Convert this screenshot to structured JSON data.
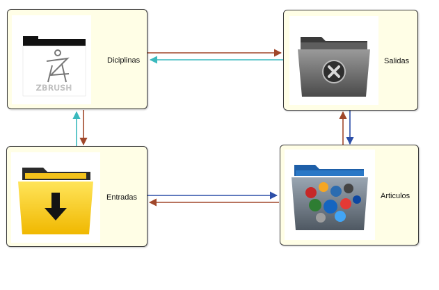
{
  "nodes": {
    "diciplinas": {
      "label": "Diciplinas",
      "icon": "zbrush-folder-icon",
      "logo_text": "ZBRUSH"
    },
    "salidas": {
      "label": "Salidas",
      "icon": "gray-x-folder-icon"
    },
    "entradas": {
      "label": "Entradas",
      "icon": "yellow-download-folder-icon"
    },
    "articulos": {
      "label": "Articulos",
      "icon": "blue-apps-folder-icon"
    }
  },
  "edges": [
    {
      "from": "diciplinas",
      "to": "salidas",
      "color": "#a0472a"
    },
    {
      "from": "salidas",
      "to": "diciplinas",
      "color": "#3ab9bd"
    },
    {
      "from": "entradas",
      "to": "diciplinas",
      "color": "#3ab9bd"
    },
    {
      "from": "diciplinas",
      "to": "entradas",
      "color": "#a0472a"
    },
    {
      "from": "salidas",
      "to": "articulos",
      "color": "#2c4ea8"
    },
    {
      "from": "articulos",
      "to": "salidas",
      "color": "#a0472a"
    },
    {
      "from": "entradas",
      "to": "articulos",
      "color": "#2c4ea8"
    },
    {
      "from": "articulos",
      "to": "entradas",
      "color": "#a0472a"
    }
  ]
}
